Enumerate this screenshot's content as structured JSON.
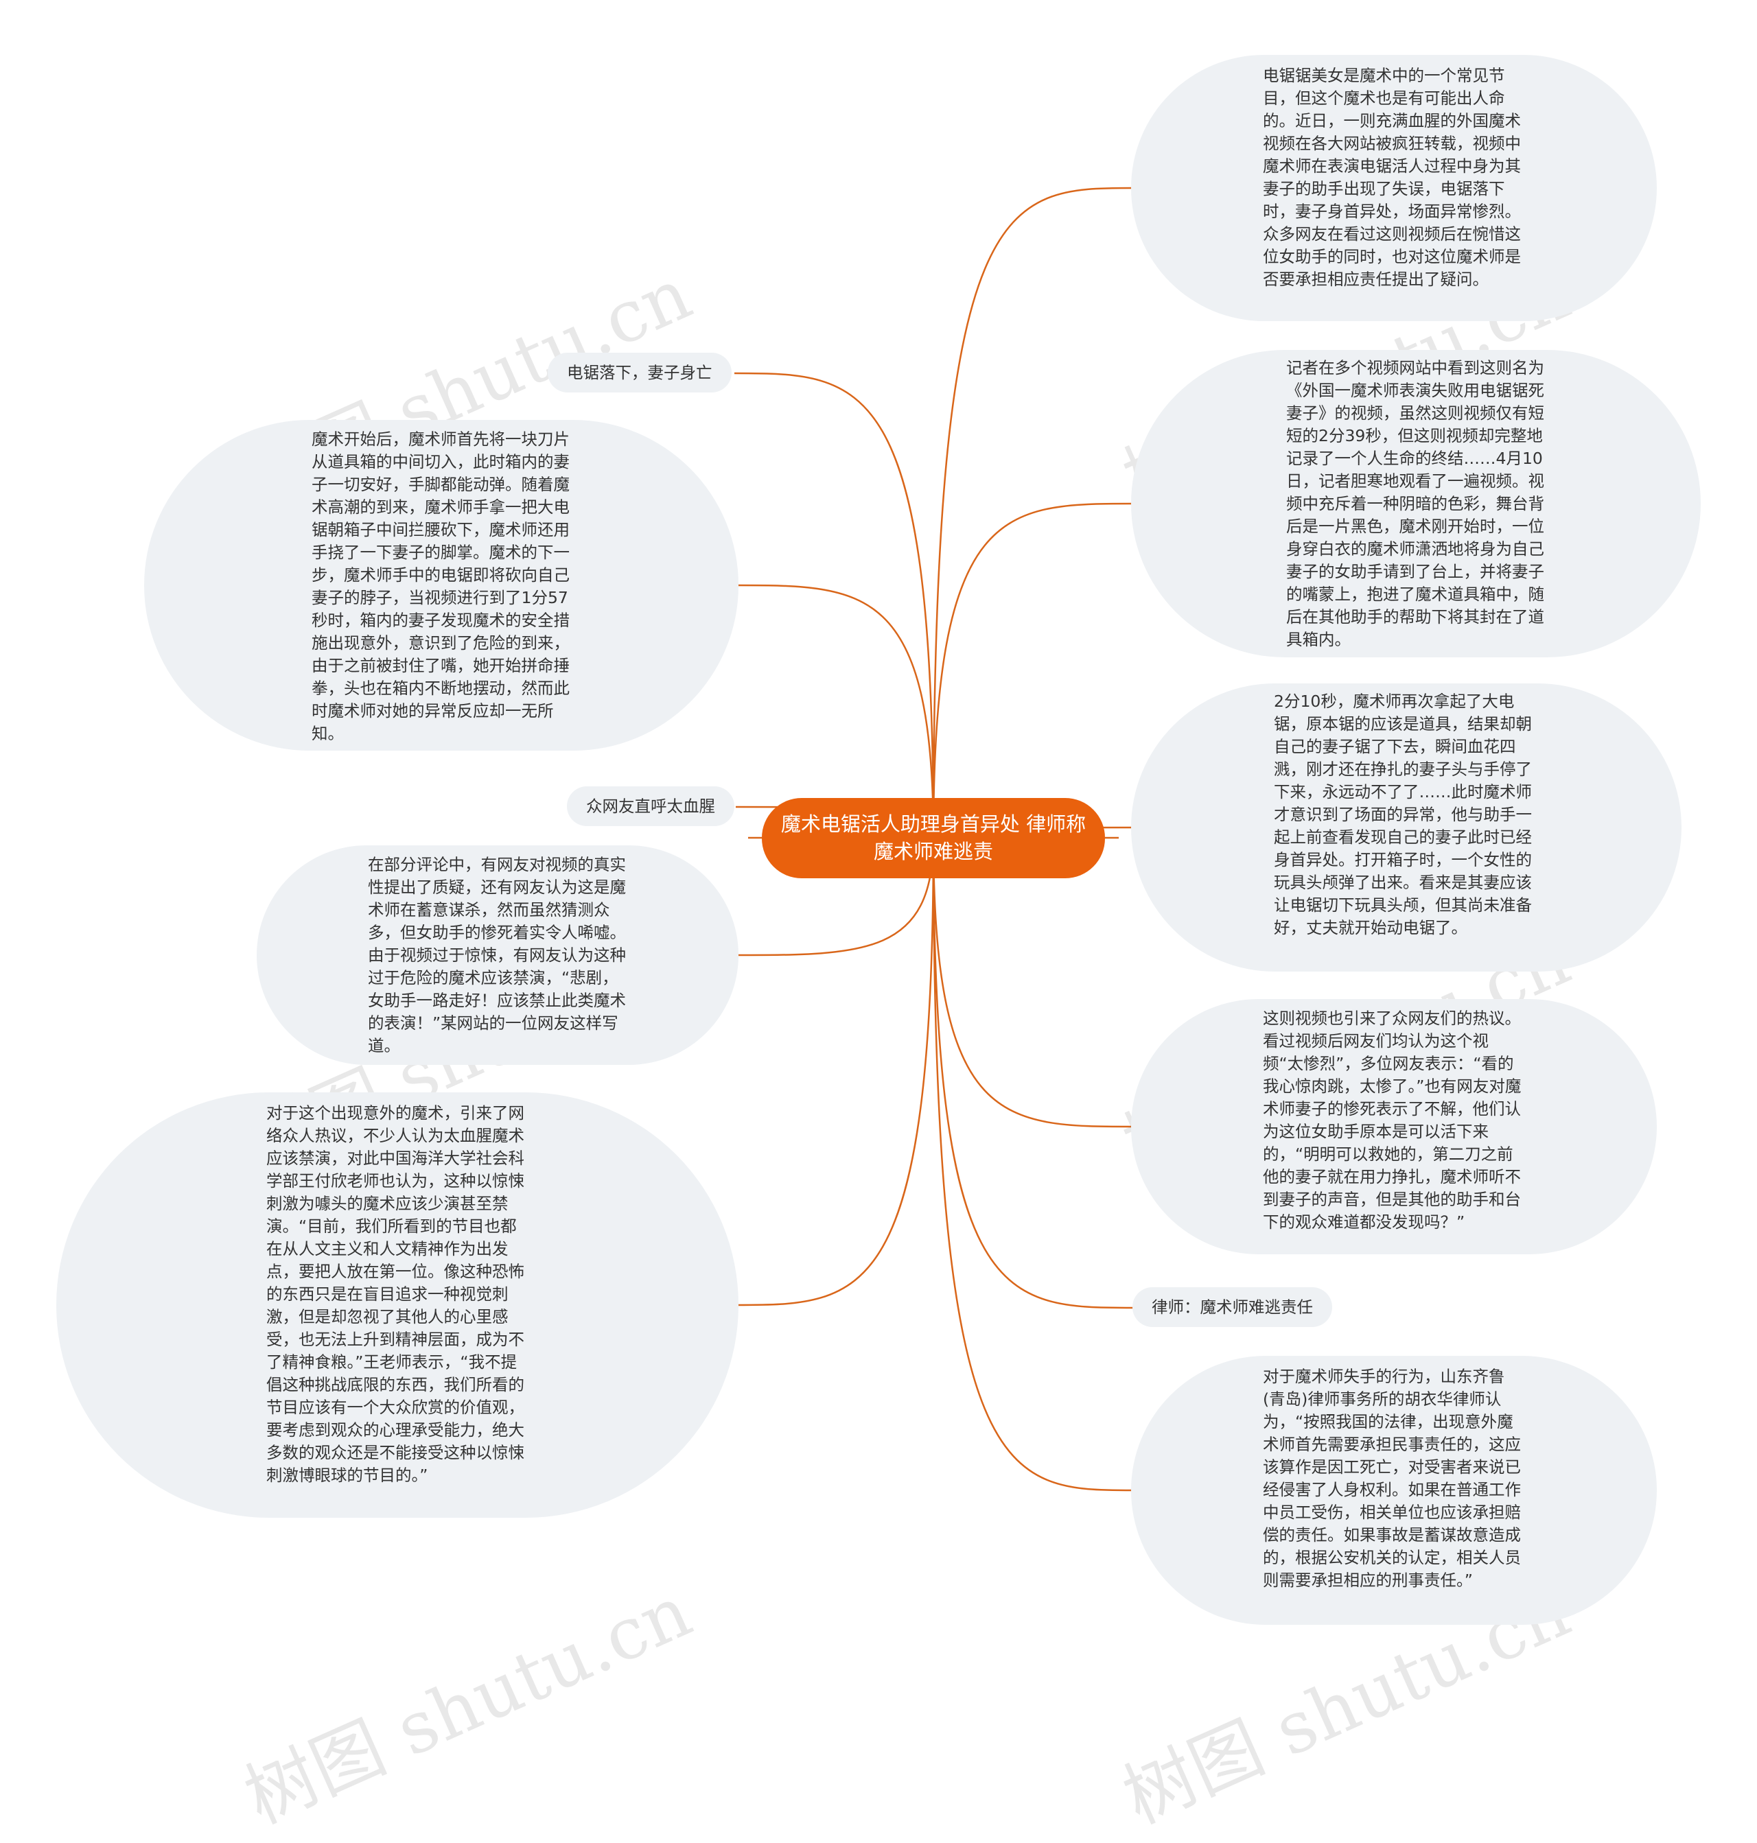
{
  "colors": {
    "center_fill": "#e9610d",
    "link": "#d9661a",
    "node_fill": "#eef1f4",
    "text": "#333333"
  },
  "watermark": "树图 shutu.cn",
  "center": {
    "title": "魔术电锯活人助理身首异处 律师称魔术师难逃责"
  },
  "right": [
    {
      "text": " 电锯锯美女是魔术中的一个常见节目，但这个魔术也是有可能出人命的。近日，一则充满血腥的外国魔术视频在各大网站被疯狂转载，视频中魔术师在表演电锯活人过程中身为其妻子的助手出现了失误，电锯落下时，妻子身首异处，场面异常惨烈。众多网友在看过这则视频后在惋惜这位女助手的同时，也对这位魔术师是否要承担相应责任提出了疑问。"
    },
    {
      "text": "记者在多个视频网站中看到这则名为《外国一魔术师表演失败用电锯锯死妻子》的视频，虽然这则视频仅有短短的2分39秒，但这则视频却完整地记录了一个人生命的终结……4月10日，记者胆寒地观看了一遍视频。视频中充斥着一种阴暗的色彩，舞台背后是一片黑色，魔术刚开始时，一位身穿白衣的魔术师潇洒地将身为自己妻子的女助手请到了台上，并将妻子的嘴蒙上，抱进了魔术道具箱中，随后在其他助手的帮助下将其封在了道具箱内。"
    },
    {
      "text": "2分10秒，魔术师再次拿起了大电锯，原本锯的应该是道具，结果却朝自己的妻子锯了下去，瞬间血花四溅，刚才还在挣扎的妻子头与手停了下来，永远动不了了……此时魔术师才意识到了场面的异常，他与助手一起上前查看发现自己的妻子此时已经身首异处。打开箱子时，一个女性的玩具头颅弹了出来。看来是其妻应该让电锯切下玩具头颅，但其尚未准备好，丈夫就开始动电锯了。"
    },
    {
      "text": "这则视频也引来了众网友们的热议。看过视频后网友们均认为这个视频“太惨烈”，多位网友表示：“看的我心惊肉跳，太惨了。”也有网友对魔术师妻子的惨死表示了不解，他们认为这位女助手原本是可以活下来的，“明明可以救她的，第二刀之前他的妻子就在用力挣扎，魔术师听不到妻子的声音，但是其他的助手和台下的观众难道都没发现吗？”"
    },
    {
      "text": "律师：魔术师难逃责任"
    },
    {
      "text": "对于魔术师失手的行为，山东齐鲁(青岛)律师事务所的胡衣华律师认为，“按照我国的法律，出现意外魔术师首先需要承担民事责任的，这应该算作是因工死亡，对受害者来说已经侵害了人身权利。如果在普通工作中员工受伤，相关单位也应该承担赔偿的责任。如果事故是蓄谋故意造成的，根据公安机关的认定，相关人员则需要承担相应的刑事责任。”"
    }
  ],
  "left": [
    {
      "text": "电锯落下，妻子身亡"
    },
    {
      "text": "魔术开始后，魔术师首先将一块刀片从道具箱的中间切入，此时箱内的妻子一切安好，手脚都能动弹。随着魔术高潮的到来，魔术师手拿一把大电锯朝箱子中间拦腰砍下，魔术师还用手挠了一下妻子的脚掌。魔术的下一步，魔术师手中的电锯即将砍向自己妻子的脖子，当视频进行到了1分57秒时，箱内的妻子发现魔术的安全措施出现意外，意识到了危险的到来，由于之前被封住了嘴，她开始拼命捶拳，头也在箱内不断地摆动，然而此时魔术师对她的异常反应却一无所知。"
    },
    {
      "text": "众网友直呼太血腥"
    },
    {
      "text": "在部分评论中，有网友对视频的真实性提出了质疑，还有网友认为这是魔术师在蓄意谋杀，然而虽然猜测众多，但女助手的惨死着实令人唏嘘。由于视频过于惊悚，有网友认为这种过于危险的魔术应该禁演，“悲剧，女助手一路走好！应该禁止此类魔术的表演！”某网站的一位网友这样写道。"
    },
    {
      "text": "对于这个出现意外的魔术，引来了网络众人热议，不少人认为太血腥魔术应该禁演，对此中国海洋大学社会科学部王付欣老师也认为，这种以惊悚刺激为噱头的魔术应该少演甚至禁演。“目前，我们所看到的节目也都在从人文主义和人文精神作为出发点，要把人放在第一位。像这种恐怖的东西只是在盲目追求一种视觉刺激，但是却忽视了其他人的心里感受，也无法上升到精神层面，成为不了精神食粮。”王老师表示，“我不提倡这种挑战底限的东西，我们所看的节目应该有一个大众欣赏的价值观，要考虑到观众的心理承受能力，绝大多数的观众还是不能接受这种以惊悚刺激博眼球的节目的。”"
    }
  ]
}
